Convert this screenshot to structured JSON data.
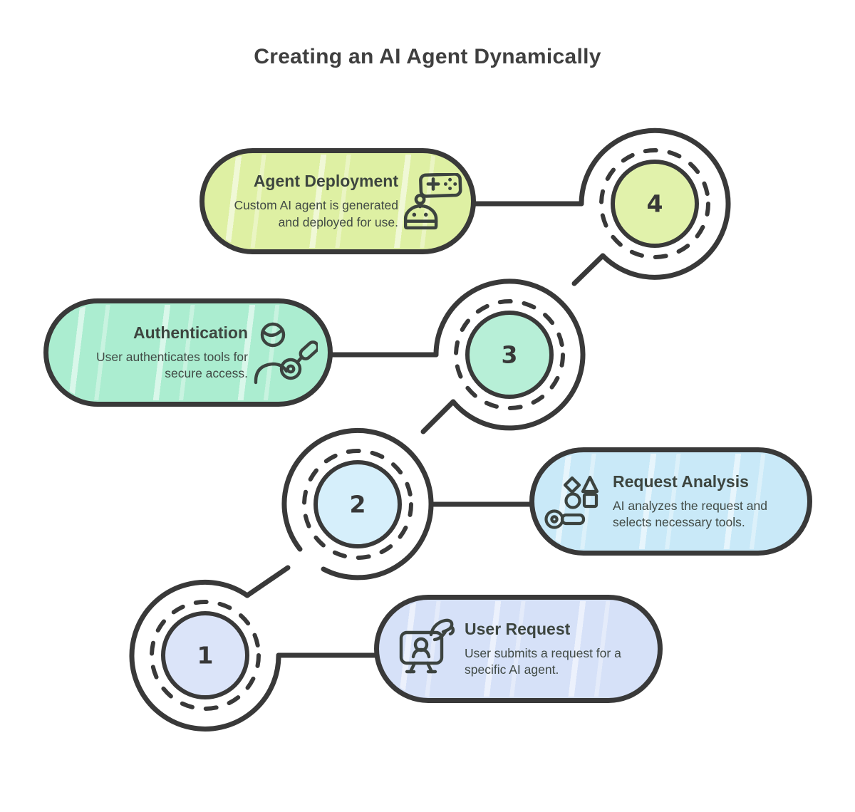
{
  "title": "Creating an AI Agent Dynamically",
  "outline_color": "#393939",
  "steps": [
    {
      "number": "1",
      "title": "User Request",
      "description": "User submits a request for a specific AI agent.",
      "icon": "monitor-user-hand-icon",
      "color": "#d6e1f8",
      "circle_color": "#dbe4f9"
    },
    {
      "number": "2",
      "title": "Request Analysis",
      "description": "AI analyzes the request and selects necessary tools.",
      "icon": "shapes-key-icon",
      "color": "#c9e9f8",
      "circle_color": "#d6effb"
    },
    {
      "number": "3",
      "title": "Authentication",
      "description": "User authenticates tools for secure access.",
      "icon": "person-key-icon",
      "color": "#abedd0",
      "circle_color": "#b7efd7"
    },
    {
      "number": "4",
      "title": "Agent Deployment",
      "description": "Custom AI agent is generated and deployed for use.",
      "icon": "robot-chat-icon",
      "color": "#def0a3",
      "circle_color": "#e1f2ab"
    }
  ]
}
